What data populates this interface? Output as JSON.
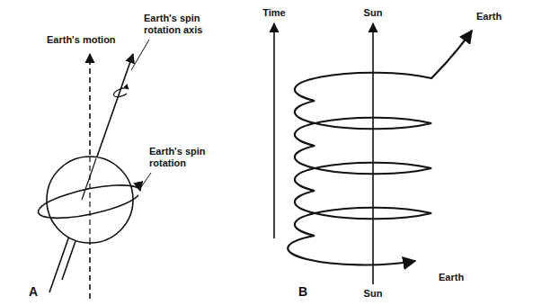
{
  "diagram": {
    "labels": [
      "Earth's motion",
      "Earth's spin rotation axis",
      "Earth's spin rotation",
      "A",
      "Time",
      "Sun",
      "Earth",
      "Sun",
      "Earth",
      "B"
    ]
  }
}
